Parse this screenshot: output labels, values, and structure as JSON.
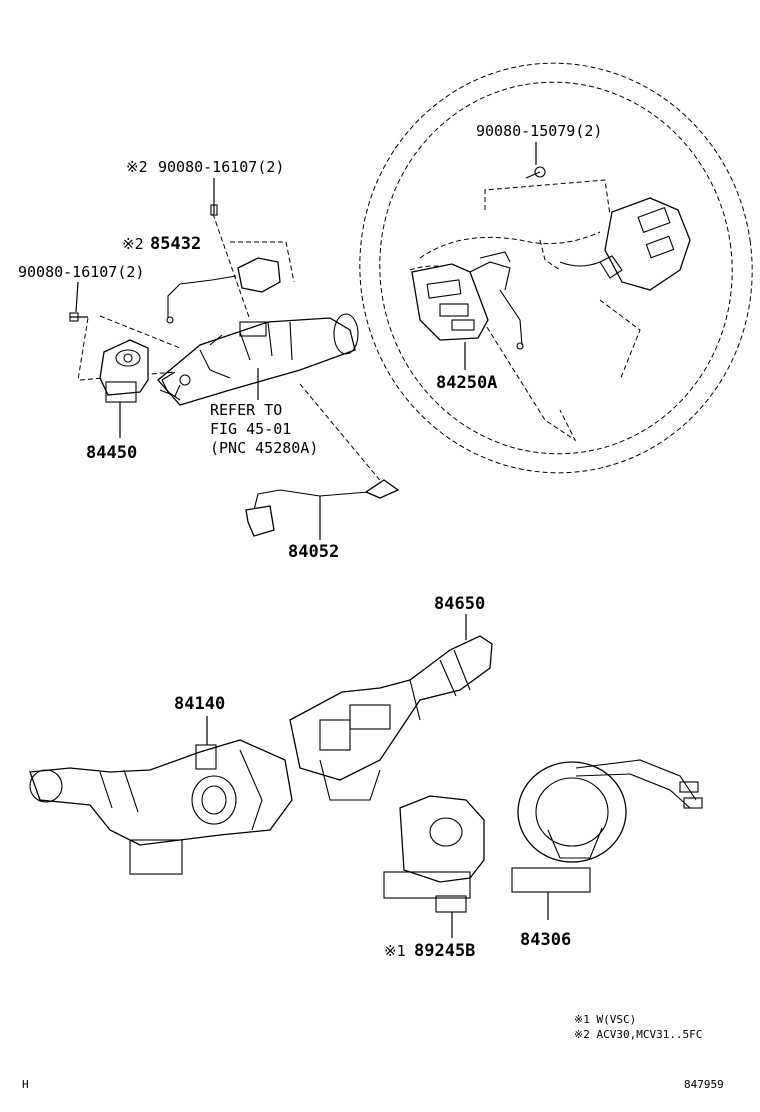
{
  "labels": {
    "bolt_top_right": "90080-15079(2)",
    "bolt_top_mid": "90080-16107(2)",
    "mark2_top_mid": "※2",
    "part_85432": "85432",
    "mark2_85432": "※2",
    "bolt_left": "90080-16107(2)",
    "part_84450": "84450",
    "part_84250A": "84250A",
    "refer_line1": "REFER TO",
    "refer_line2": "FIG 45-01",
    "refer_line3": "(PNC 45280A)",
    "part_84052": "84052",
    "part_84650": "84650",
    "part_84140": "84140",
    "part_89245B": "89245B",
    "mark1_89245B": "※1",
    "part_84306": "84306"
  },
  "notes": {
    "note1": "※1  W(VSC)",
    "note2": "※2  ACV30,MCV31..5FC"
  },
  "footer": {
    "left": "H",
    "right": "847959"
  }
}
